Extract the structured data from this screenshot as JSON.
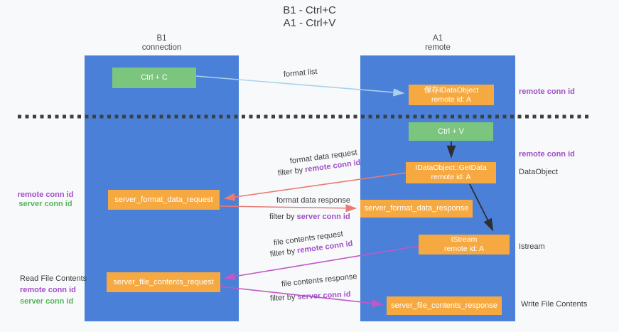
{
  "title": {
    "line1": "B1 - Ctrl+C",
    "line2": "A1 - Ctrl+V"
  },
  "lanes": {
    "left": {
      "name_line1": "B1",
      "name_line2": "connection"
    },
    "right": {
      "name_line1": "A1",
      "name_line2": "remote"
    }
  },
  "nodes": {
    "ctrl_c": {
      "label": "Ctrl + C"
    },
    "save_dataobject": {
      "line1": "保存IDataObject",
      "line2": "remote id: A"
    },
    "ctrl_v": {
      "label": "Ctrl + V"
    },
    "getdata": {
      "line1": "IDataObject::GetData",
      "line2": "remote id: A"
    },
    "server_format_data_request": {
      "label": "server_format_data_request"
    },
    "server_format_data_response": {
      "label": "server_format_data_response"
    },
    "istream": {
      "line1": "IStream",
      "line2": "remote id: A"
    },
    "server_file_contents_request": {
      "label": "server_file_contents_request"
    },
    "server_file_contents_response": {
      "label": "server_file_contents_response"
    }
  },
  "edge_labels": {
    "format_list": "format list",
    "format_data_request": "format data request",
    "format_data_response": "format data response",
    "file_contents_request": "file contents request",
    "file_contents_response": "file contents response",
    "filter_by": "filter by",
    "remote_conn_id": "remote conn id",
    "server_conn_id": "server conn id"
  },
  "annotations": {
    "left_mid": {
      "remote": "remote conn id",
      "server": "server conn id"
    },
    "left_bottom": {
      "title": "Read File Contents",
      "remote": "remote conn id",
      "server": "server conn id"
    },
    "right_top_remote": "remote conn id",
    "right_mid_remote": "remote conn id",
    "right_dataobject": "DataObject",
    "right_istream": "Istream",
    "right_write": "Write File Contents"
  },
  "colors": {
    "lane_blue": "#4a80d8",
    "box_orange": "#f7a941",
    "box_green": "#7cc57f",
    "arrow_red": "#e87b76",
    "arrow_magenta": "#c257c8",
    "arrow_blue": "#a9d2ee",
    "arrow_black": "#2e2e2e",
    "text_purple": "#a24fc8",
    "text_green": "#53b45a",
    "dash_line": "#3f3f3f",
    "background": "#f8f9fa"
  }
}
